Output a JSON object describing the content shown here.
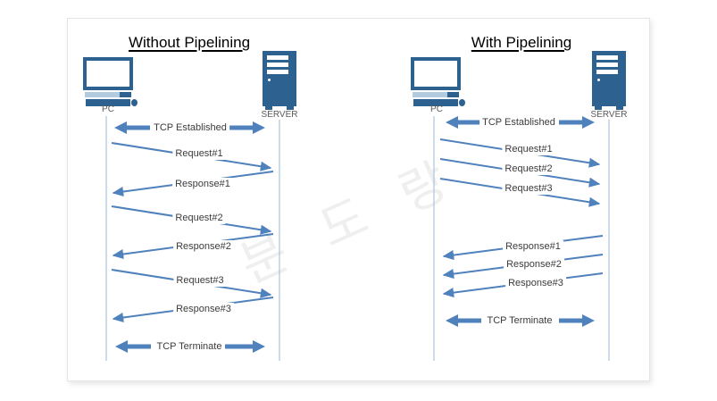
{
  "watermark": {
    "text": "분도랑"
  },
  "colors": {
    "arrow_blue": "#4f81bd",
    "icon_blue": "#2d618f",
    "lifeline_blue": "#aac4dc"
  },
  "left": {
    "title": "Without Pipelining",
    "pc_label": "PC",
    "server_label": "SERVER",
    "tcp_established": "TCP Established",
    "tcp_terminate": "TCP Terminate",
    "messages": [
      {
        "label": "Request#1"
      },
      {
        "label": "Response#1"
      },
      {
        "label": "Request#2"
      },
      {
        "label": "Response#2"
      },
      {
        "label": "Request#3"
      },
      {
        "label": "Response#3"
      }
    ]
  },
  "right": {
    "title": "With Pipelining",
    "pc_label": "PC",
    "server_label": "SERVER",
    "tcp_established": "TCP Established",
    "tcp_terminate": "TCP Terminate",
    "messages": [
      {
        "label": "Request#1"
      },
      {
        "label": "Request#2"
      },
      {
        "label": "Request#3"
      },
      {
        "label": "Response#1"
      },
      {
        "label": "Response#2"
      },
      {
        "label": "Response#3"
      }
    ]
  }
}
